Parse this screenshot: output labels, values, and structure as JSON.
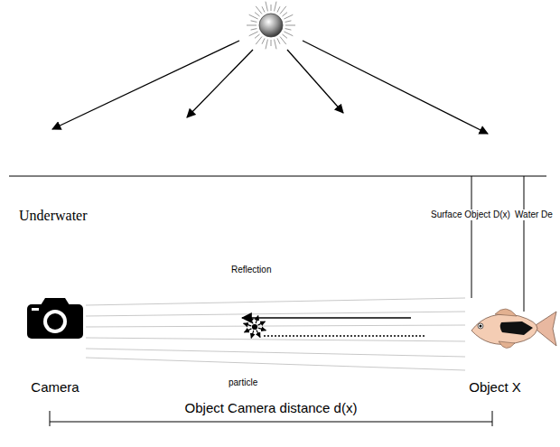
{
  "diagram": {
    "labels": [
      "Underwater",
      "Surface Object D(x)",
      "Water De",
      "Reflection",
      "particle",
      "Camera",
      "Object X",
      "Object Camera distance d(x)"
    ]
  }
}
